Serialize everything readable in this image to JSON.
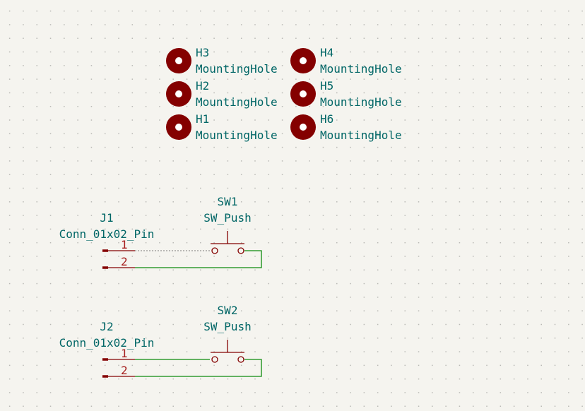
{
  "mounting_holes": [
    {
      "ref": "H3",
      "value": "MountingHole"
    },
    {
      "ref": "H2",
      "value": "MountingHole"
    },
    {
      "ref": "H1",
      "value": "MountingHole"
    },
    {
      "ref": "H4",
      "value": "MountingHole"
    },
    {
      "ref": "H5",
      "value": "MountingHole"
    },
    {
      "ref": "H6",
      "value": "MountingHole"
    }
  ],
  "connectors": [
    {
      "ref": "J1",
      "value": "Conn_01x02_Pin",
      "pins": [
        "1",
        "2"
      ]
    },
    {
      "ref": "J2",
      "value": "Conn_01x02_Pin",
      "pins": [
        "1",
        "2"
      ]
    }
  ],
  "switches": [
    {
      "ref": "SW1",
      "value": "SW_Push"
    },
    {
      "ref": "SW2",
      "value": "SW_Push"
    }
  ],
  "colors": {
    "background": "#f5f4ef",
    "component_body": "#840000",
    "reference_text": "#006666",
    "pin_number": "#a61f1f",
    "wire": "#0c8a0c"
  }
}
